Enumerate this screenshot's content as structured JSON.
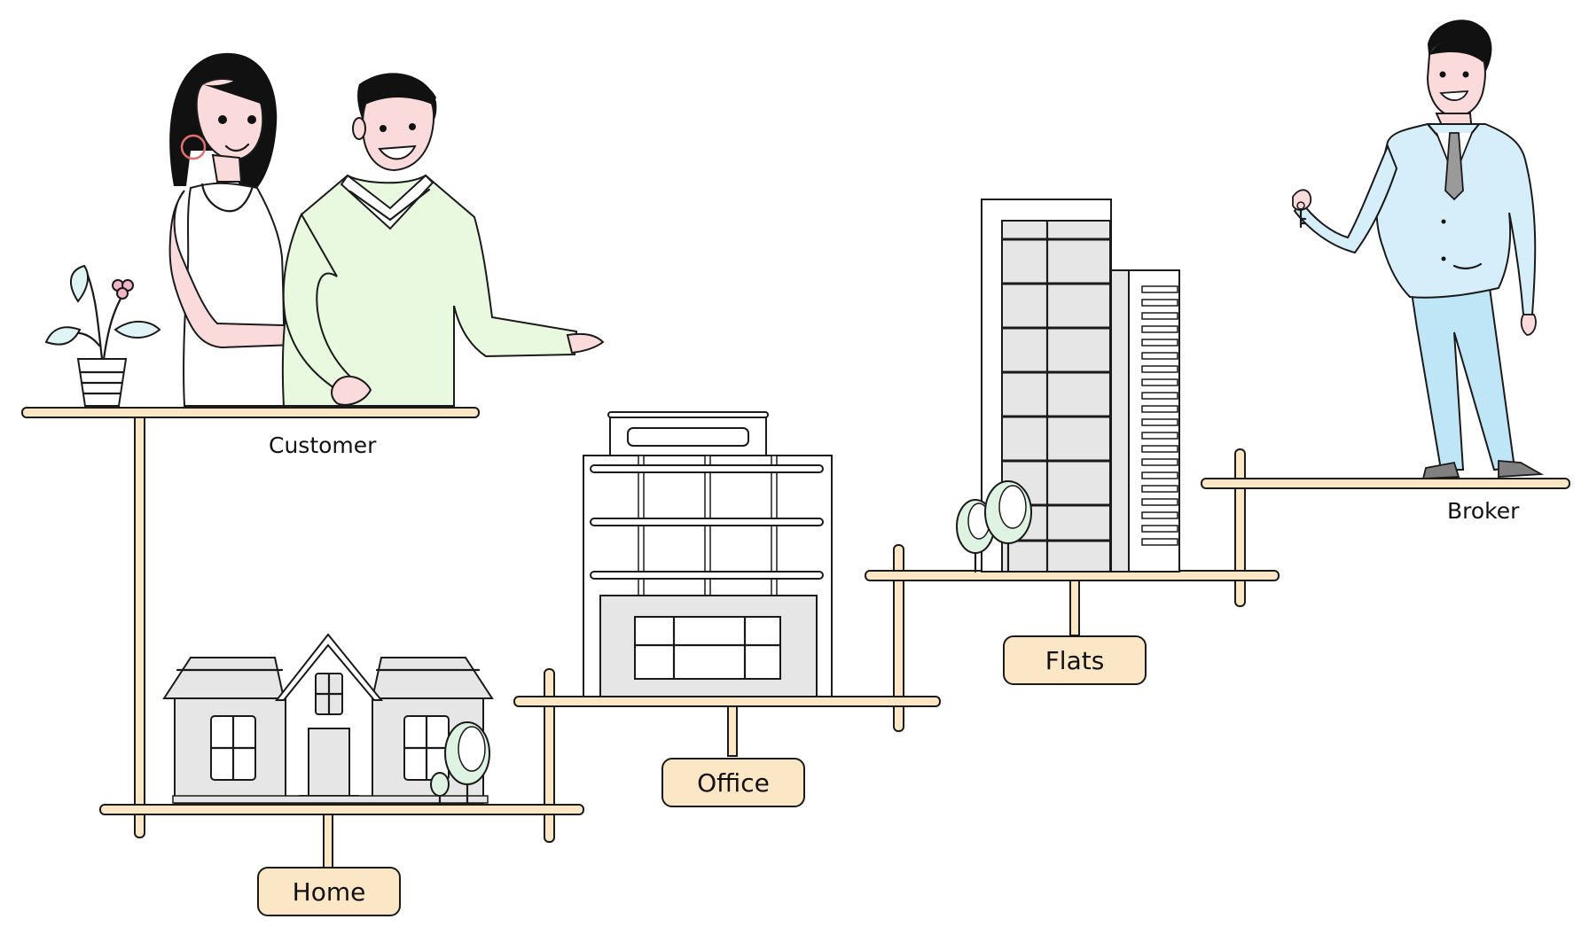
{
  "colors": {
    "shelf": "#fbe6c6",
    "outline": "#1a1a1a",
    "building_gray": "#e6e6e6",
    "woman_skin": "#fadadb",
    "man_sweater": "#e8f9df",
    "broker_suit": "#d6eefa",
    "broker_pants": "#bfe6f7",
    "tree_green": "#dff3e2",
    "plant_leaf": "#dff4f4",
    "flower_pink": "#f2b6c9"
  },
  "people": {
    "customer_label": "Customer",
    "broker_label": "Broker"
  },
  "properties": [
    {
      "id": "home",
      "label": "Home",
      "icon": "house-icon"
    },
    {
      "id": "office",
      "label": "Office",
      "icon": "office-building-icon"
    },
    {
      "id": "flats",
      "label": "Flats",
      "icon": "apartment-tower-icon"
    }
  ]
}
